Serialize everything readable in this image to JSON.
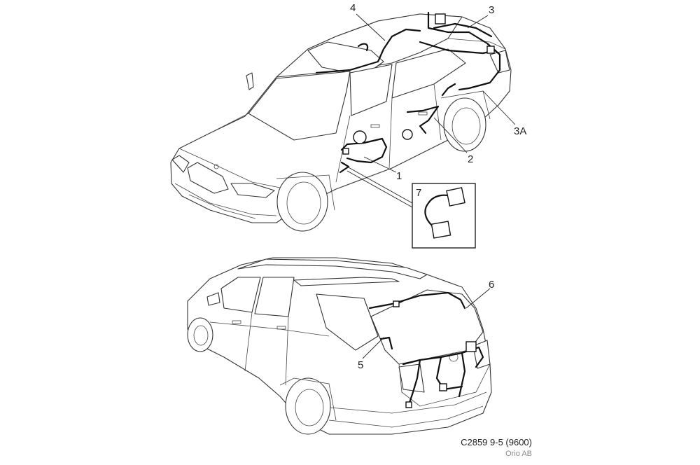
{
  "callouts": [
    {
      "id": "1",
      "label": "1"
    },
    {
      "id": "2",
      "label": "2"
    },
    {
      "id": "3",
      "label": "3"
    },
    {
      "id": "3A",
      "label": "3A"
    },
    {
      "id": "4",
      "label": "4"
    },
    {
      "id": "5",
      "label": "5"
    },
    {
      "id": "6",
      "label": "6"
    },
    {
      "id": "7",
      "label": "7"
    }
  ],
  "caption": "C2859 9-5 (9600)",
  "credit": "Orio AB"
}
